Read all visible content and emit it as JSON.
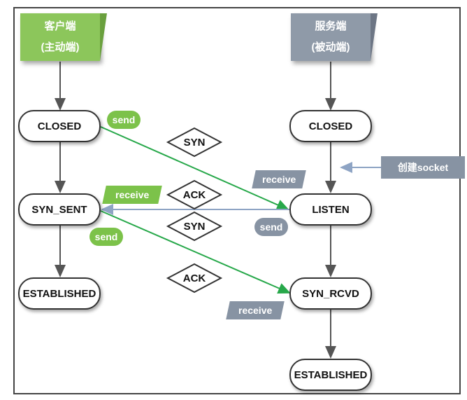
{
  "client_header": {
    "line1": "客户端",
    "line2": "(主动端)"
  },
  "server_header": {
    "line1": "服务端",
    "line2": "(被动端)"
  },
  "client_states": {
    "closed": "CLOSED",
    "syn_sent": "SYN_SENT",
    "established": "ESTABLISHED"
  },
  "server_states": {
    "closed": "CLOSED",
    "listen": "LISTEN",
    "syn_rcvd": "SYN_RCVD",
    "established": "ESTABLISHED"
  },
  "messages": {
    "syn1": "SYN",
    "ack1": "ACK",
    "syn2": "SYN",
    "ack2": "ACK"
  },
  "tags": {
    "send1": "send",
    "receive_server1": "receive",
    "receive_client": "receive",
    "send_server": "send",
    "send2": "send",
    "receive_server2": "receive",
    "create_socket": "创建socket"
  },
  "colors": {
    "green": "#7cc24a",
    "gray": "#8793a3",
    "green_line": "#27a84a",
    "blue_line": "#8ea4c4"
  }
}
